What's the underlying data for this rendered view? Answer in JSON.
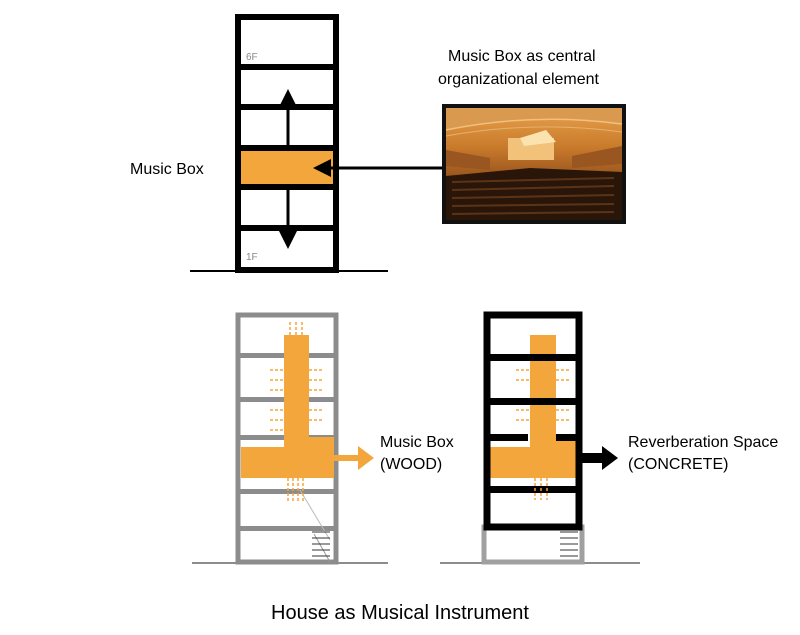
{
  "top": {
    "music_box_label": "Music Box",
    "photo_caption_line1": "Music Box as central",
    "photo_caption_line2": "organizational element",
    "floor_top": "6F",
    "floor_bottom": "1F"
  },
  "bottom_left": {
    "label_line1": "Music Box",
    "label_line2": "(WOOD)"
  },
  "bottom_right": {
    "label_line1": "Reverberation Space",
    "label_line2": "(CONCRETE)"
  },
  "title": "House as Musical Instrument",
  "colors": {
    "music_box_orange": "#f3a63c",
    "black": "#000000",
    "gray_frame": "#8c8c8c",
    "photo_wood": "#c8762a"
  }
}
